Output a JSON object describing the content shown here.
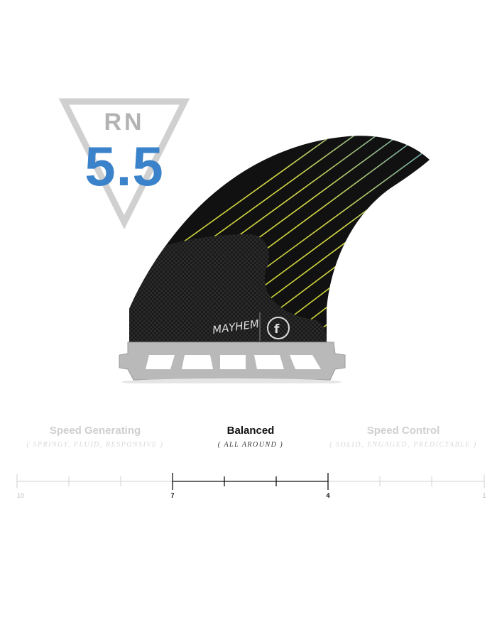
{
  "rating": {
    "code": "RN",
    "value": "5.5",
    "colors": {
      "triangle": "#cfcfcf",
      "code": "#b3b3b3",
      "value": "#3a82c9"
    }
  },
  "product": {
    "icons": [
      "surf-fin-image",
      "lost-brand-logo",
      "futures-brand-logo"
    ],
    "colors": {
      "carbon": "#151515",
      "stripe_yellow": "#d7e33a",
      "stripe_blue": "#5aa8d6",
      "base": "#b9b9b9"
    }
  },
  "flex_scale": {
    "categories": [
      {
        "title": "Speed Generating",
        "subtitle": "( SPRINGY, FLUID, RESPONSIVE )",
        "active": false
      },
      {
        "title": "Balanced",
        "subtitle": "( ALL AROUND )",
        "active": true
      },
      {
        "title": "Speed Control",
        "subtitle": "( SOLID, ENGAGED, PREDICTABLE )",
        "active": false
      }
    ],
    "ticks": [
      "10",
      "7",
      "4",
      "1"
    ],
    "highlight_range": [
      7,
      4
    ],
    "colors": {
      "inactive": "#cfcfcf",
      "active": "#111111"
    }
  }
}
